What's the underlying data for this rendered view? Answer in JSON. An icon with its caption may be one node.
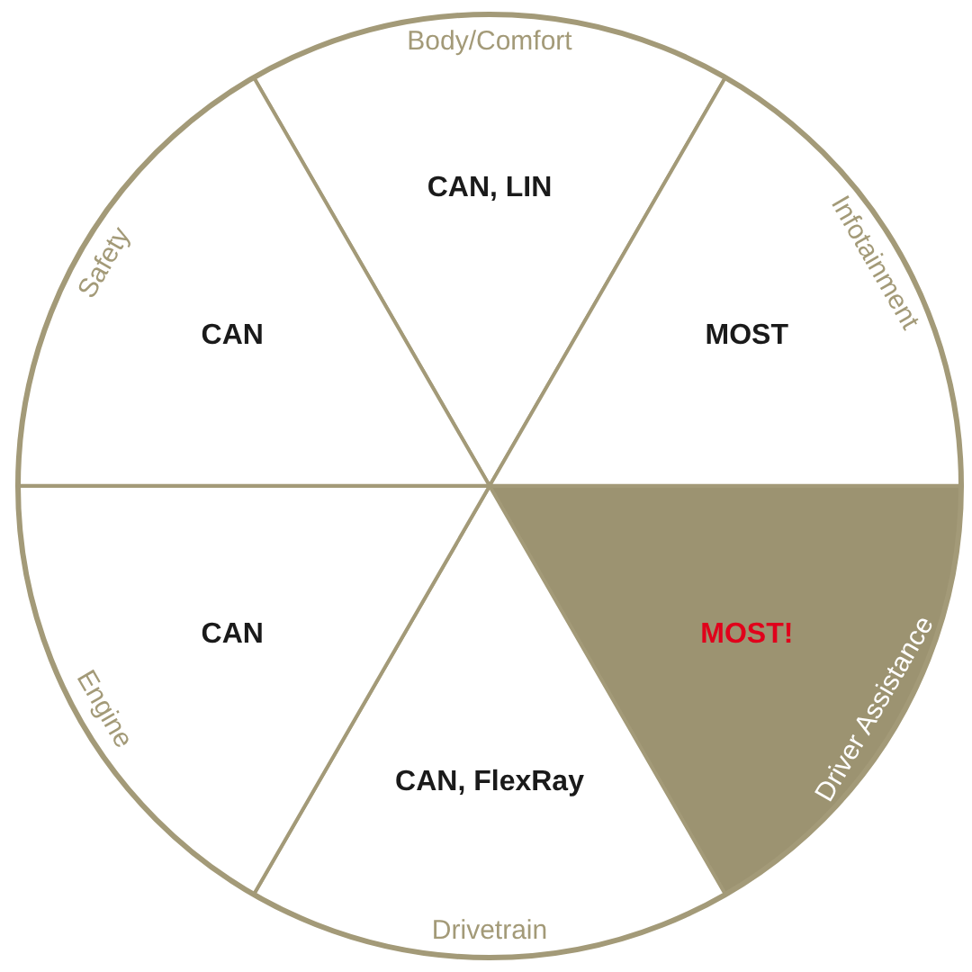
{
  "diagram": {
    "nodes": [
      {
        "text": [
          "Body/Comfort",
          "CAN, LIN"
        ]
      },
      {
        "text": [
          "Infotainment",
          "MOST"
        ]
      },
      {
        "text": [
          "MOST!",
          "Driver Assistance"
        ]
      },
      {
        "text": [
          "CAN, FlexRay",
          "Drivetrain"
        ]
      },
      {
        "text": [
          "CAN",
          "Engine"
        ]
      },
      {
        "text": [
          "Safety",
          "CAN"
        ]
      }
    ]
  }
}
